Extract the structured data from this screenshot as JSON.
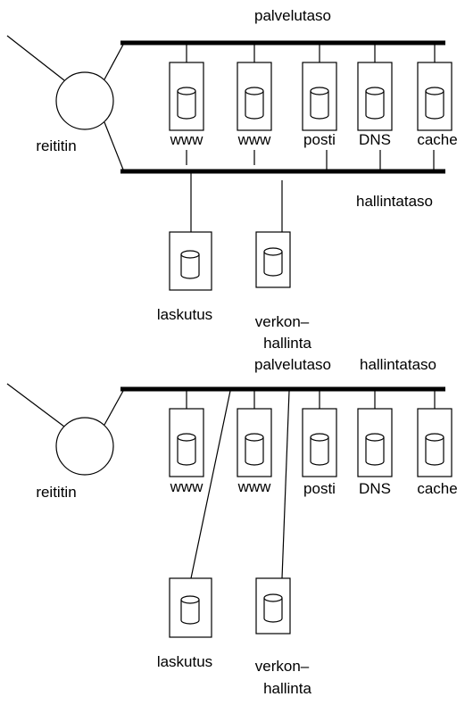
{
  "colors": {
    "line": "#000000",
    "background": "#ffffff"
  },
  "diagram_top": {
    "service_bus_label": "palvelutaso",
    "management_bus_label": "hallintataso",
    "router_label": "reititin",
    "servers": [
      {
        "label": "www",
        "icon": "database-icon"
      },
      {
        "label": "www",
        "icon": "database-icon"
      },
      {
        "label": "posti",
        "icon": "database-icon"
      },
      {
        "label": "DNS",
        "icon": "database-icon"
      },
      {
        "label": "cache",
        "icon": "database-icon"
      }
    ],
    "management_servers": [
      {
        "label": "laskutus",
        "icon": "database-icon"
      },
      {
        "label_line1": "verkon–",
        "label_line2": "hallinta",
        "icon": "database-icon"
      }
    ]
  },
  "diagram_bottom": {
    "service_bus_label": "palvelutaso",
    "management_bus_label": "hallintataso",
    "router_label": "reititin",
    "servers": [
      {
        "label": "www",
        "icon": "database-icon"
      },
      {
        "label": "www",
        "icon": "database-icon"
      },
      {
        "label": "posti",
        "icon": "database-icon"
      },
      {
        "label": "DNS",
        "icon": "database-icon"
      },
      {
        "label": "cache",
        "icon": "database-icon"
      }
    ],
    "management_servers": [
      {
        "label": "laskutus",
        "icon": "database-icon"
      },
      {
        "label_line1": "verkon–",
        "label_line2": "hallinta",
        "icon": "database-icon"
      }
    ]
  }
}
